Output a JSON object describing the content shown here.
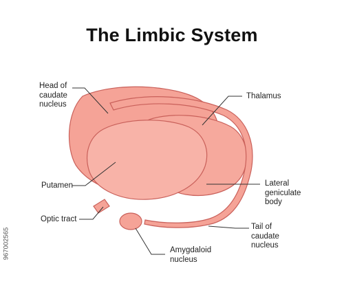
{
  "title": "The Limbic System",
  "labels": {
    "head_of_caudate": "Head of\ncaudate\nnucleus",
    "thalamus": "Thalamus",
    "putamen": "Putamen",
    "lateral_geniculate": "Lateral\ngeniculate\nbody",
    "optic_tract": "Optic tract",
    "tail_of_caudate": "Tail of\ncaudate\nnucleus",
    "amygdaloid": "Amygdaloid\nnucleus"
  },
  "stock_id": "967002565",
  "colors": {
    "fill": "#f5a397",
    "fill_light": "#f8b3a8",
    "stroke": "#c9605a",
    "leader": "#333333"
  }
}
